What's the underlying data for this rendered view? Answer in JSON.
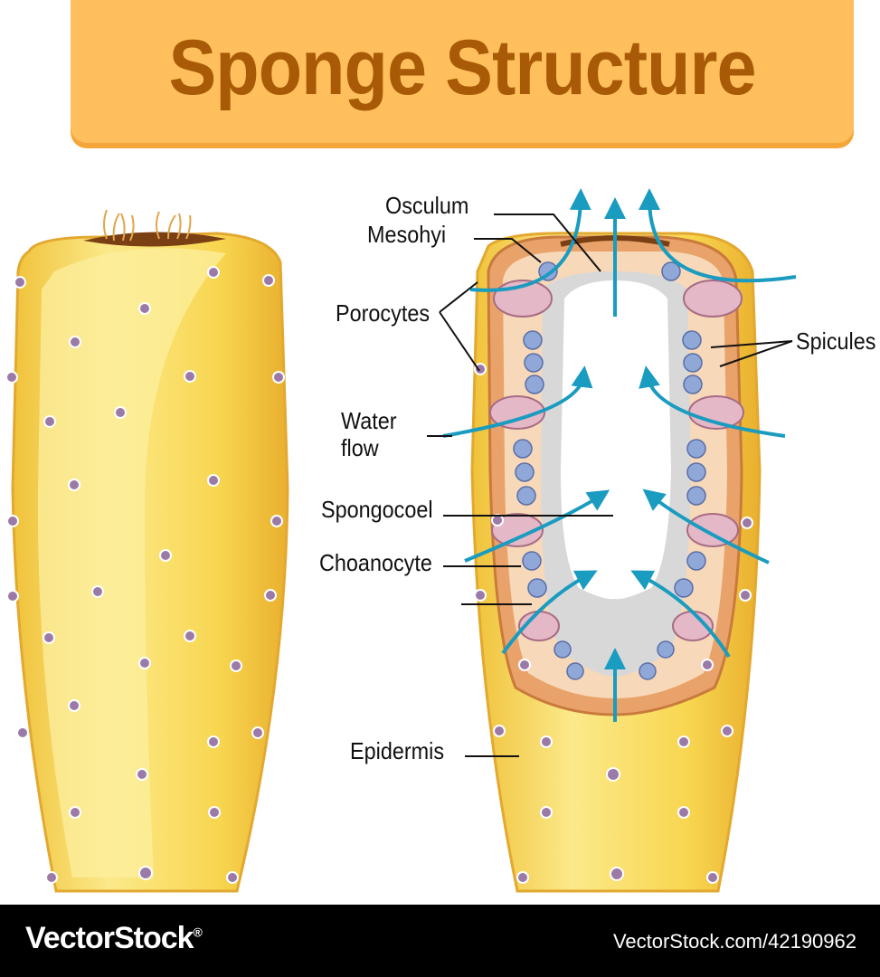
{
  "title": "Sponge Structure",
  "labels": {
    "osculum": "Osculum",
    "mesohyi": "Mesohyi",
    "porocytes": "Porocytes",
    "spicules": "Spicules",
    "water": "Water",
    "flow": "flow",
    "spongocoel": "Spongocoel",
    "choanocyte": "Choanocyte",
    "epidermis": "Epidermis"
  },
  "watermark": {
    "brand": "VectorStock",
    "brand_mark": "®",
    "url": "VectorStock.com/42190962"
  },
  "colors": {
    "title_bg": "#ffbf5c",
    "title_text": "#a85a06",
    "body_yellow": "#f7d74a",
    "body_light": "#fbea8a",
    "wall_orange": "#f1b57d",
    "water_arrow": "#1a9bc0",
    "pore": "#9c7aa8"
  }
}
